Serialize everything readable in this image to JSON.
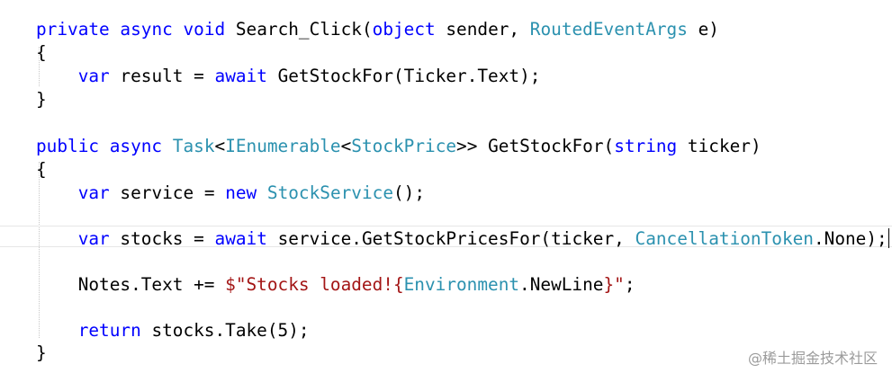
{
  "editor": {
    "tokens": {
      "private": "private",
      "async": "async",
      "void": "void",
      "search_click": "Search_Click(",
      "object": "object",
      "sender": "sender,",
      "routed_event_args": "RoutedEventArgs",
      "e_close": "e)",
      "brace_open": "{",
      "brace_close": "}",
      "var": "var",
      "result_eq": "result =",
      "await": "await",
      "get_stock_for_call": "GetStockFor(Ticker.Text);",
      "public": "public",
      "task": "Task",
      "lt": "<",
      "ienumerable": "IEnumerable",
      "stock_price": "StockPrice",
      "gtgt": ">>",
      "get_stock_for_decl": "GetStockFor(",
      "string": "string",
      "ticker_close": "ticker)",
      "service_eq": "service =",
      "new": "new",
      "stock_service": "StockService",
      "paren_semi": "();",
      "stocks_eq": "stocks =",
      "service_call": "service.GetStockPricesFor(ticker,",
      "cancellation_token": "CancellationToken",
      "none_semi": ".None);",
      "notes_text": "Notes.Text +=",
      "interp_string_start": "$\"Stocks loaded!{",
      "environment": "Environment",
      "newline_part": ".NewLine",
      "interp_string_end": "}\"",
      "semicolon": ";",
      "return": "return",
      "stocks_take": "stocks.Take(5);"
    }
  },
  "watermark": {
    "text": "@稀土掘金技术社区"
  },
  "colors": {
    "keyword": "#0000ff",
    "type": "#2b91af",
    "string": "#a31515",
    "text": "#000000"
  }
}
